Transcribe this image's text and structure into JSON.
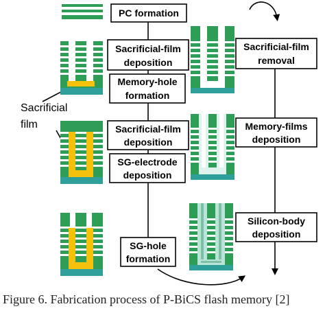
{
  "steps_left": [
    {
      "lines": [
        "PC formation"
      ]
    },
    {
      "lines": [
        "Sacrificial-film",
        "deposition"
      ]
    },
    {
      "lines": [
        "Memory-hole",
        "formation"
      ]
    },
    {
      "lines": [
        "Sacrificial-film",
        "deposition"
      ]
    },
    {
      "lines": [
        "SG-electrode",
        "deposition"
      ]
    },
    {
      "lines": [
        "SG-hole",
        "formation"
      ]
    }
  ],
  "steps_right": [
    {
      "lines": [
        "Sacrificial-film",
        "removal"
      ]
    },
    {
      "lines": [
        "Memory-films",
        "deposition"
      ]
    },
    {
      "lines": [
        "Silicon-body",
        "deposition"
      ]
    }
  ],
  "callout": {
    "lines": [
      "Sacrificial",
      "film"
    ]
  },
  "caption": {
    "text": "Figure 6. Fabrication process of P-BiCS flash memory [2]"
  },
  "colors": {
    "green": "#2e9e57",
    "white": "#ffffff",
    "teal": "#2f9f9a",
    "yellow": "#f4c20d"
  }
}
